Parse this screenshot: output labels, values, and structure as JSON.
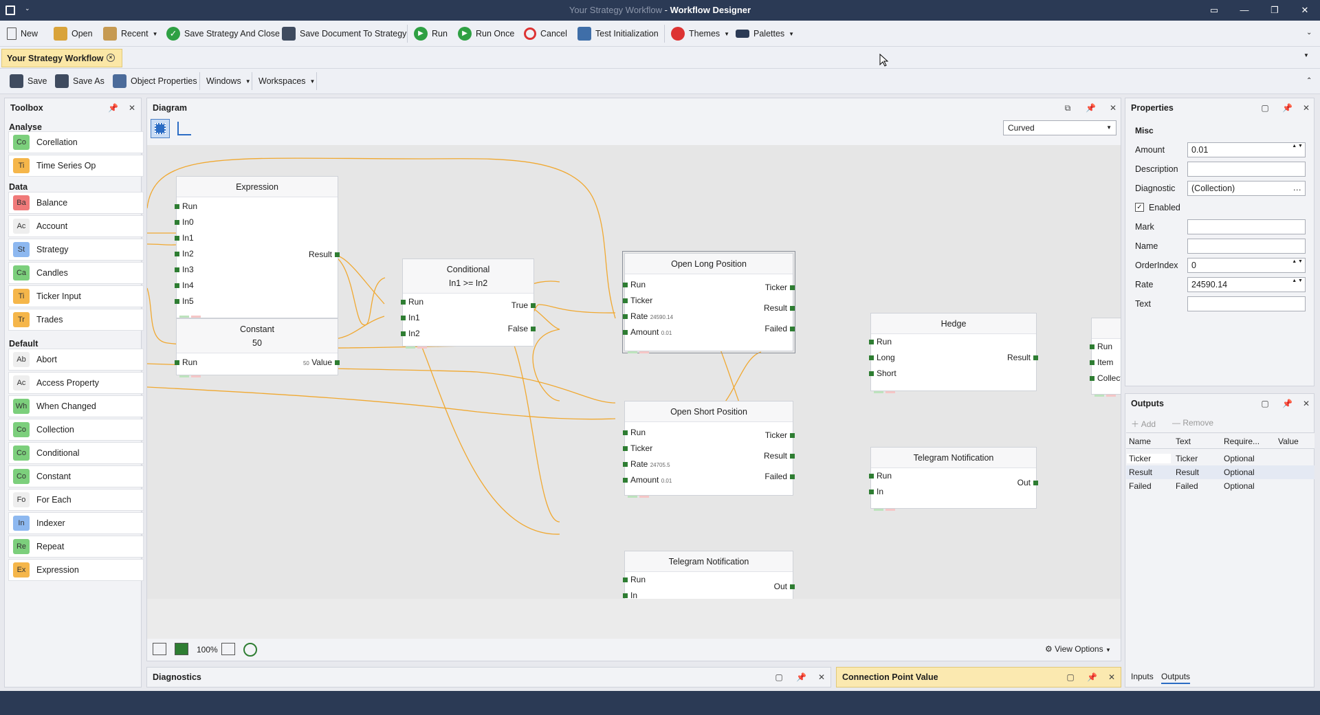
{
  "window": {
    "title_doc": "Your Strategy Workflow",
    "title_sep": " - ",
    "title_app": "Workflow Designer"
  },
  "ribbon": {
    "new": "New",
    "open": "Open",
    "recent": "Recent",
    "save_close": "Save Strategy And Close",
    "save_doc": "Save Document To Strategy",
    "run": "Run",
    "run_once": "Run Once",
    "cancel": "Cancel",
    "test_init": "Test Initialization",
    "themes": "Themes",
    "palettes": "Palettes"
  },
  "doc_tab": {
    "label": "Your Strategy Workflow"
  },
  "toolbar2": {
    "save": "Save",
    "save_as": "Save As",
    "object_properties": "Object Properties",
    "windows": "Windows",
    "workspaces": "Workspaces"
  },
  "toolbox": {
    "title": "Toolbox",
    "categories": [
      {
        "name": "Analyse",
        "items": [
          {
            "abbr": "Co",
            "label": "Corellation",
            "color": "#7ccf7c"
          },
          {
            "abbr": "Ti",
            "label": "Time Series Op",
            "color": "#f5b64a"
          }
        ]
      },
      {
        "name": "Data",
        "items": [
          {
            "abbr": "Ba",
            "label": "Balance",
            "color": "#f07a7a"
          },
          {
            "abbr": "Ac",
            "label": "Account",
            "color": "#eeeeee"
          },
          {
            "abbr": "St",
            "label": "Strategy",
            "color": "#8db8f0"
          },
          {
            "abbr": "Ca",
            "label": "Candles",
            "color": "#7ccf7c"
          },
          {
            "abbr": "Ti",
            "label": "Ticker Input",
            "color": "#f5b64a"
          },
          {
            "abbr": "Tr",
            "label": "Trades",
            "color": "#f5b64a"
          }
        ]
      },
      {
        "name": "Default",
        "items": [
          {
            "abbr": "Ab",
            "label": "Abort",
            "color": "#eeeeee"
          },
          {
            "abbr": "Ac",
            "label": "Access Property",
            "color": "#eeeeee"
          },
          {
            "abbr": "Wh",
            "label": "When Changed",
            "color": "#7ccf7c"
          },
          {
            "abbr": "Co",
            "label": "Collection",
            "color": "#7ccf7c"
          },
          {
            "abbr": "Co",
            "label": "Conditional",
            "color": "#7ccf7c"
          },
          {
            "abbr": "Co",
            "label": "Constant",
            "color": "#7ccf7c"
          },
          {
            "abbr": "Fo",
            "label": "For Each",
            "color": "#eeeeee"
          },
          {
            "abbr": "In",
            "label": "Indexer",
            "color": "#8db8f0"
          },
          {
            "abbr": "Re",
            "label": "Repeat",
            "color": "#7ccf7c"
          },
          {
            "abbr": "Ex",
            "label": "Expression",
            "color": "#f5b64a"
          }
        ]
      }
    ]
  },
  "diagram": {
    "title": "Diagram",
    "connector_style": "Curved",
    "zoom": "100%",
    "view_options": "View Options",
    "nodes": {
      "expression": {
        "title": "Expression",
        "inputs": [
          "Run",
          "In0",
          "In1",
          "In2",
          "In3",
          "In4",
          "In5"
        ],
        "output": "Result"
      },
      "constant": {
        "title": "Constant",
        "value": "50",
        "input": "Run",
        "output": "Value",
        "small": "50"
      },
      "conditional": {
        "title": "Conditional",
        "expr": "In1 >= In2",
        "inputs": [
          "Run",
          "In1",
          "In2"
        ],
        "outputs": [
          "True",
          "False"
        ]
      },
      "open_long": {
        "title": "Open Long Position",
        "inputs": [
          "Run",
          "Ticker",
          "Rate",
          "Amount"
        ],
        "rate_small": "24590.14",
        "amount_small": "0.01",
        "outputs": [
          "Ticker",
          "Result",
          "Failed"
        ]
      },
      "open_short": {
        "title": "Open Short Position",
        "inputs": [
          "Run",
          "Ticker",
          "Rate",
          "Amount"
        ],
        "rate_small": "24705.5",
        "amount_small": "0.01",
        "outputs": [
          "Ticker",
          "Result",
          "Failed"
        ]
      },
      "hedge": {
        "title": "Hedge",
        "inputs": [
          "Run",
          "Long",
          "Short"
        ],
        "output": "Result"
      },
      "telegram1": {
        "title": "Telegram Notification",
        "inputs": [
          "Run",
          "In"
        ],
        "output": "Out"
      },
      "telegram2": {
        "title": "Telegram Notification",
        "inputs": [
          "Run",
          "In"
        ],
        "output": "Out"
      },
      "collection": {
        "inputs": [
          "Run",
          "Item",
          "Collect"
        ]
      }
    }
  },
  "properties": {
    "title": "Properties",
    "section": "Misc",
    "rows": [
      {
        "label": "Amount",
        "value": "0.01"
      },
      {
        "label": "Description",
        "value": ""
      },
      {
        "label": "Diagnostic",
        "value": "(Collection)"
      },
      {
        "label": "Enabled",
        "value": ""
      },
      {
        "label": "Mark",
        "value": ""
      },
      {
        "label": "Name",
        "value": ""
      },
      {
        "label": "OrderIndex",
        "value": "0"
      },
      {
        "label": "Rate",
        "value": "24590.14"
      },
      {
        "label": "Text",
        "value": ""
      }
    ]
  },
  "outputs_panel": {
    "title": "Outputs",
    "add": "Add",
    "remove": "Remove",
    "columns": [
      "Name",
      "Text",
      "Require...",
      "Value"
    ],
    "rows": [
      [
        "Ticker",
        "Ticker",
        "Optional",
        ""
      ],
      [
        "Result",
        "Result",
        "Optional",
        ""
      ],
      [
        "Failed",
        "Failed",
        "Optional",
        ""
      ]
    ],
    "tabs": [
      "Inputs",
      "Outputs"
    ]
  },
  "diagnostics": {
    "title": "Diagnostics"
  },
  "cpv": {
    "title": "Connection Point Value"
  },
  "colors": {
    "wire": "#f0a830",
    "port": "#2e7d32",
    "accent_tab": "#fbe7a6",
    "titlebar": "#2b3a55"
  }
}
